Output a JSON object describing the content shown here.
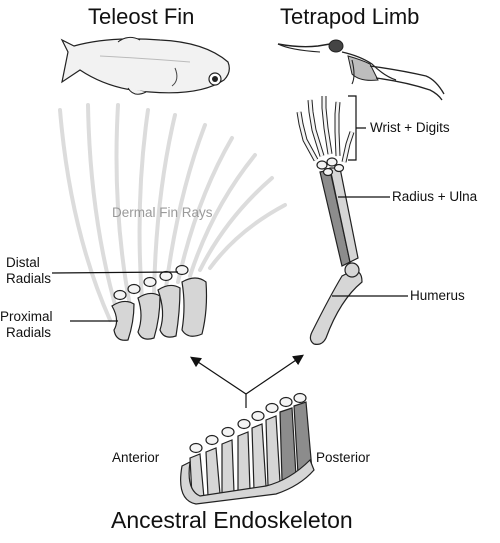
{
  "titles": {
    "teleost": "Teleost Fin",
    "tetrapod": "Tetrapod Limb",
    "ancestral": "Ancestral Endoskeleton"
  },
  "labels": {
    "dermal_fin_rays": "Dermal Fin Rays",
    "distal_radials_1": "Distal",
    "distal_radials_2": "Radials",
    "proximal_radials_1": "Proximal",
    "proximal_radials_2": "Radials",
    "wrist_digits": "Wrist + Digits",
    "radius_ulna": "Radius + Ulna",
    "humerus": "Humerus",
    "anterior": "Anterior",
    "posterior": "Posterior"
  },
  "icons": {
    "fish": "fish-icon",
    "swimmer": "swimmer-icon"
  }
}
